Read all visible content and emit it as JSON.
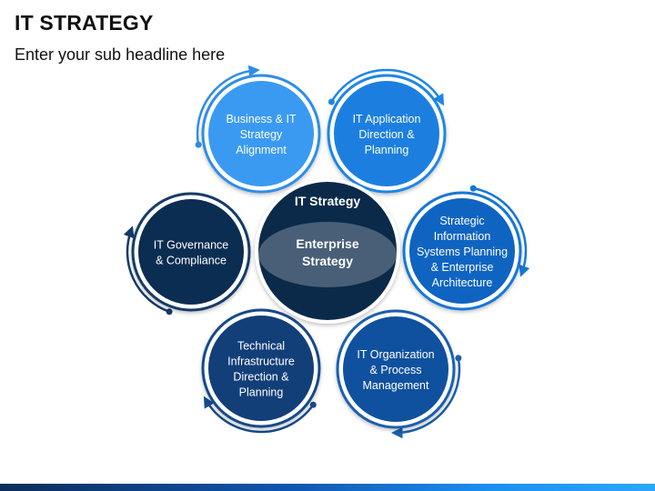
{
  "title": "IT STRATEGY",
  "subtitle": "Enter your sub headline here",
  "center": {
    "top_label": "IT Strategy",
    "bottom_label": [
      "Enterprise",
      "Strategy"
    ],
    "color": "#0b2a4a"
  },
  "nodes": [
    {
      "id": "business-it-alignment",
      "lines": [
        "Business & IT",
        "Strategy",
        "Alignment"
      ],
      "color": "#3a9af2",
      "ring": "#2f8de8",
      "text_color": "#ffffff"
    },
    {
      "id": "it-application-planning",
      "lines": [
        "IT Application",
        "Direction &",
        "Planning"
      ],
      "color": "#1c7fe0",
      "ring": "#1f86e6",
      "text_color": "#ffffff"
    },
    {
      "id": "strategic-information-systems",
      "lines": [
        "Strategic",
        "Information",
        "Systems Planning",
        "& Enterprise",
        "Architecture"
      ],
      "color": "#0f64c2",
      "ring": "#1677d6",
      "text_color": "#ffffff"
    },
    {
      "id": "it-organization-management",
      "lines": [
        "IT Organization",
        "& Process",
        "Management"
      ],
      "color": "#0f519e",
      "ring": "#1a5fae",
      "text_color": "#ffffff"
    },
    {
      "id": "technical-infrastructure-planning",
      "lines": [
        "Technical",
        "Infrastructure",
        "Direction &",
        "Planning"
      ],
      "color": "#123f78",
      "ring": "#174a8a",
      "text_color": "#ffffff"
    },
    {
      "id": "it-governance-compliance",
      "lines": [
        "IT Governance",
        "& Compliance"
      ],
      "color": "#0c2d52",
      "ring": "#123a66",
      "text_color": "#ffffff"
    }
  ],
  "colors": {
    "page_background": "#ffffff",
    "title_text": "#111111",
    "outer_ring": "#ffffff"
  }
}
